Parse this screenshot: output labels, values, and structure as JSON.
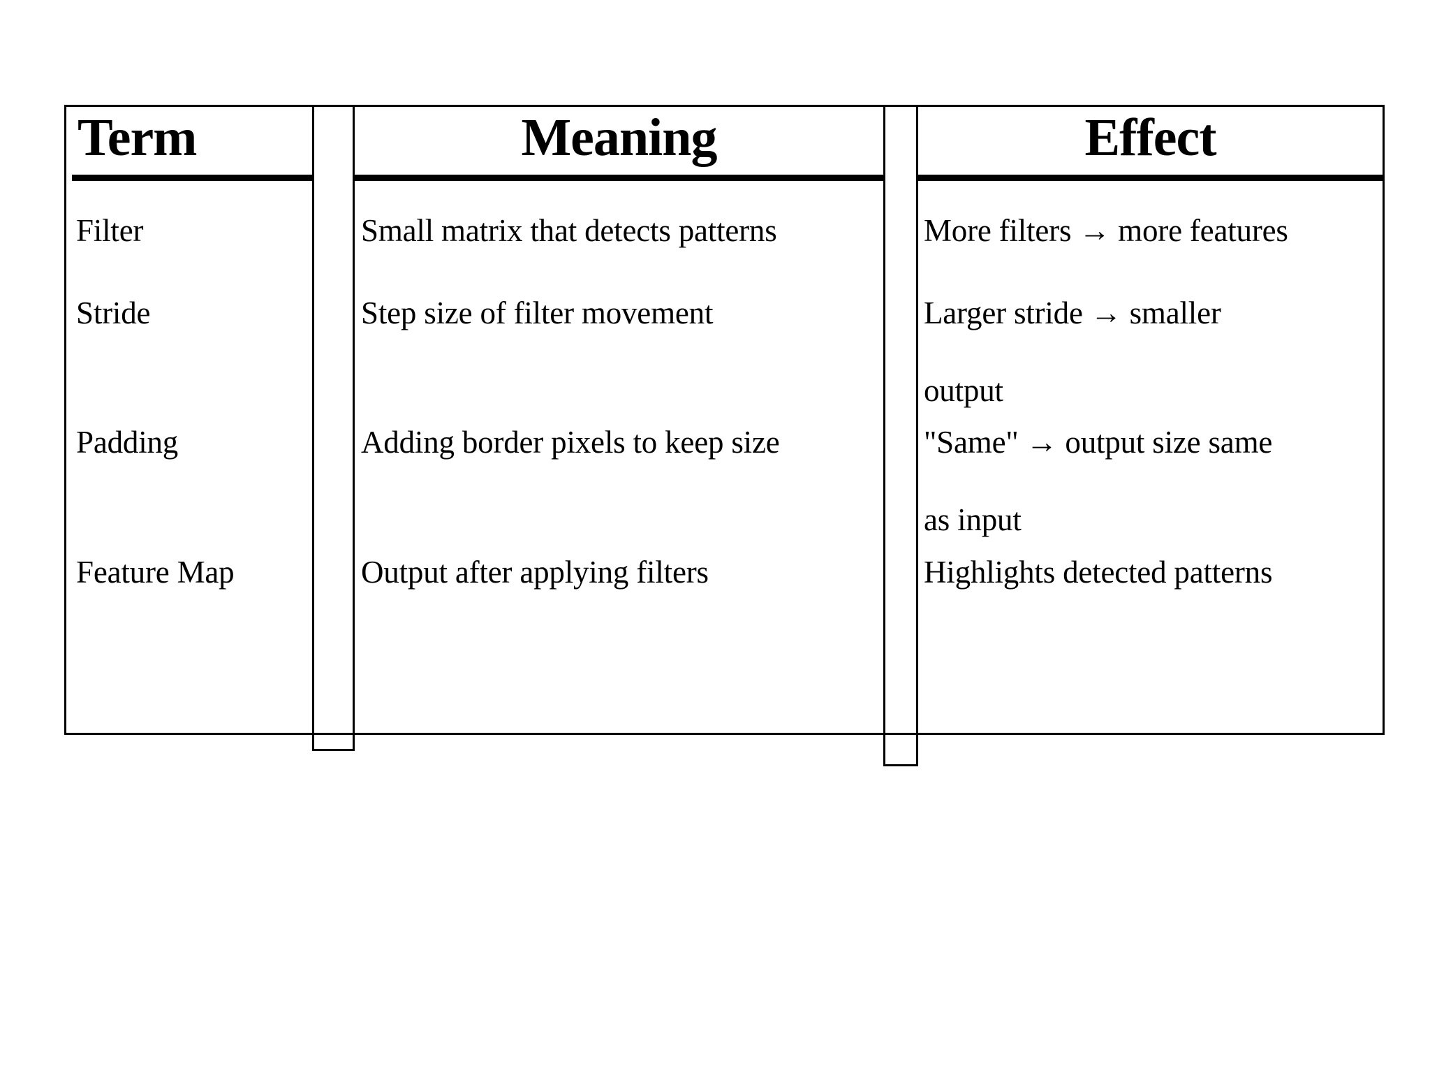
{
  "table": {
    "headers": {
      "term": "Term",
      "meaning": "Meaning",
      "effect": "Effect"
    },
    "rows": [
      {
        "term": "Filter",
        "meaning": "Small matrix that detects patterns",
        "effect": "More filters → more features"
      },
      {
        "term": "Stride",
        "meaning": "Step size of filter movement",
        "effect": "Larger stride → smaller\noutput"
      },
      {
        "term": "Padding",
        "meaning": "Adding border pixels to keep size",
        "effect": "\"Same\" → output size same\nas input"
      },
      {
        "term": "Feature Map",
        "meaning": "Output after applying filters",
        "effect": "Highlights detected patterns"
      }
    ]
  },
  "colors": {
    "text": "#000000",
    "rule": "#000000",
    "background": "#ffffff"
  }
}
